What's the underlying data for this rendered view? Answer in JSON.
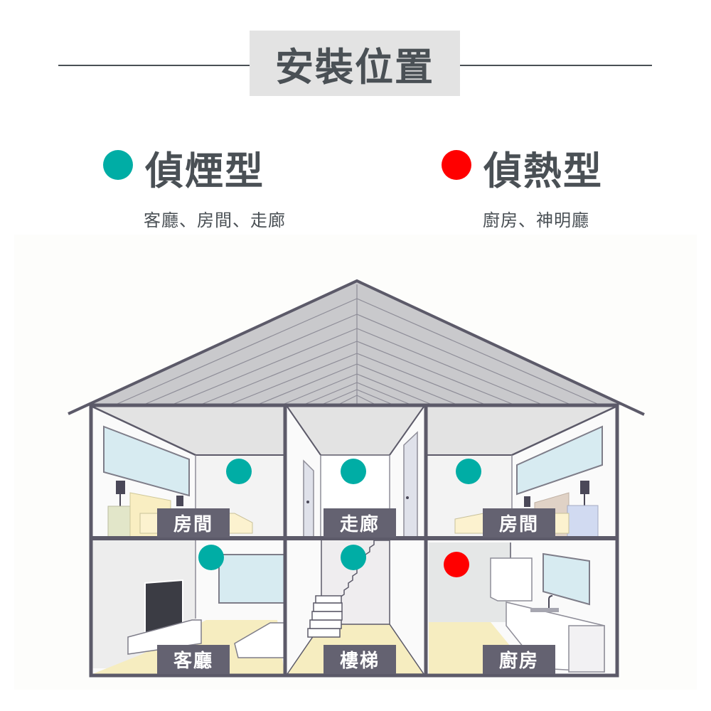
{
  "header": {
    "title": "安裝位置"
  },
  "legend": [
    {
      "type": "smoke",
      "title": "偵煙型",
      "locations": "客廳、房間、走廊",
      "color": "#00ada5"
    },
    {
      "type": "heat",
      "title": "偵熱型",
      "locations": "廚房、神明廳",
      "color": "#ff0000"
    }
  ],
  "house": {
    "rooms": [
      {
        "label": "房間",
        "floor": "upper",
        "position": "left",
        "detector": "smoke"
      },
      {
        "label": "走廊",
        "floor": "upper",
        "position": "center",
        "detector": "smoke"
      },
      {
        "label": "房間",
        "floor": "upper",
        "position": "right",
        "detector": "smoke"
      },
      {
        "label": "客廳",
        "floor": "lower",
        "position": "left",
        "detector": "smoke"
      },
      {
        "label": "樓梯",
        "floor": "lower",
        "position": "center",
        "detector": "smoke"
      },
      {
        "label": "廚房",
        "floor": "lower",
        "position": "right",
        "detector": "heat"
      }
    ]
  },
  "colors": {
    "text": "#4a5055",
    "smoke": "#00ada5",
    "heat": "#ff0000",
    "label_bg": "#646271",
    "frame": "#5c5a69",
    "roof": "#c8c8cb"
  }
}
